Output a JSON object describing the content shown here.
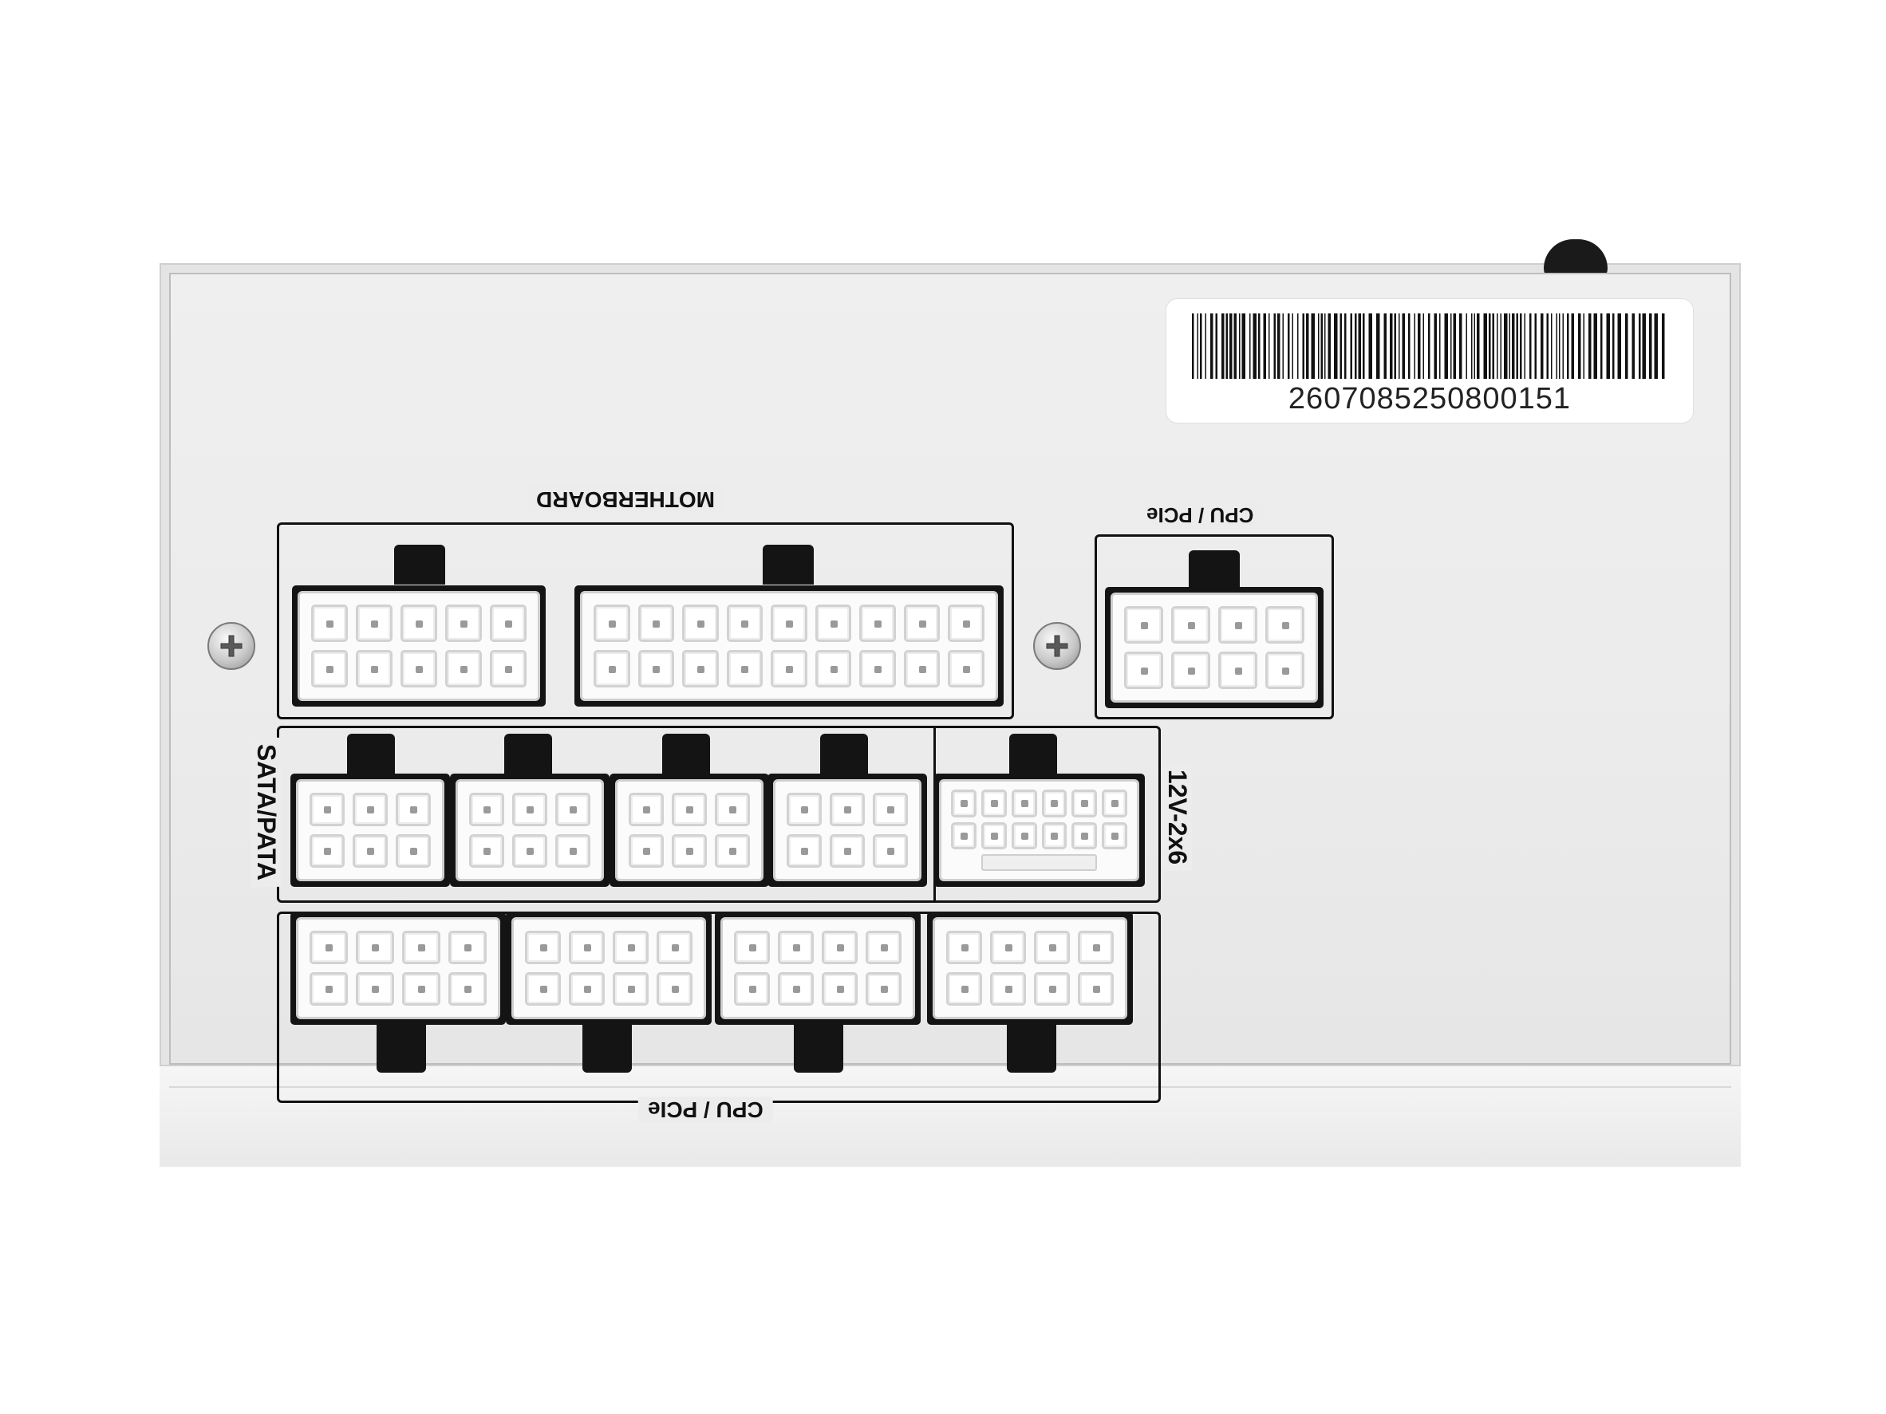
{
  "label": {
    "serial": "2607085250800151"
  },
  "sections": {
    "motherboard": "MOTHERBOARD",
    "cpu_pcie_top": "CPU / PCIe",
    "sata_pata": "SATA/PATA",
    "v12_2x6": "12V-2x6",
    "cpu_pcie_bottom": "CPU / PCIe"
  },
  "icons": {
    "screw": "phillips-screw-icon",
    "barcode": "barcode-icon"
  }
}
